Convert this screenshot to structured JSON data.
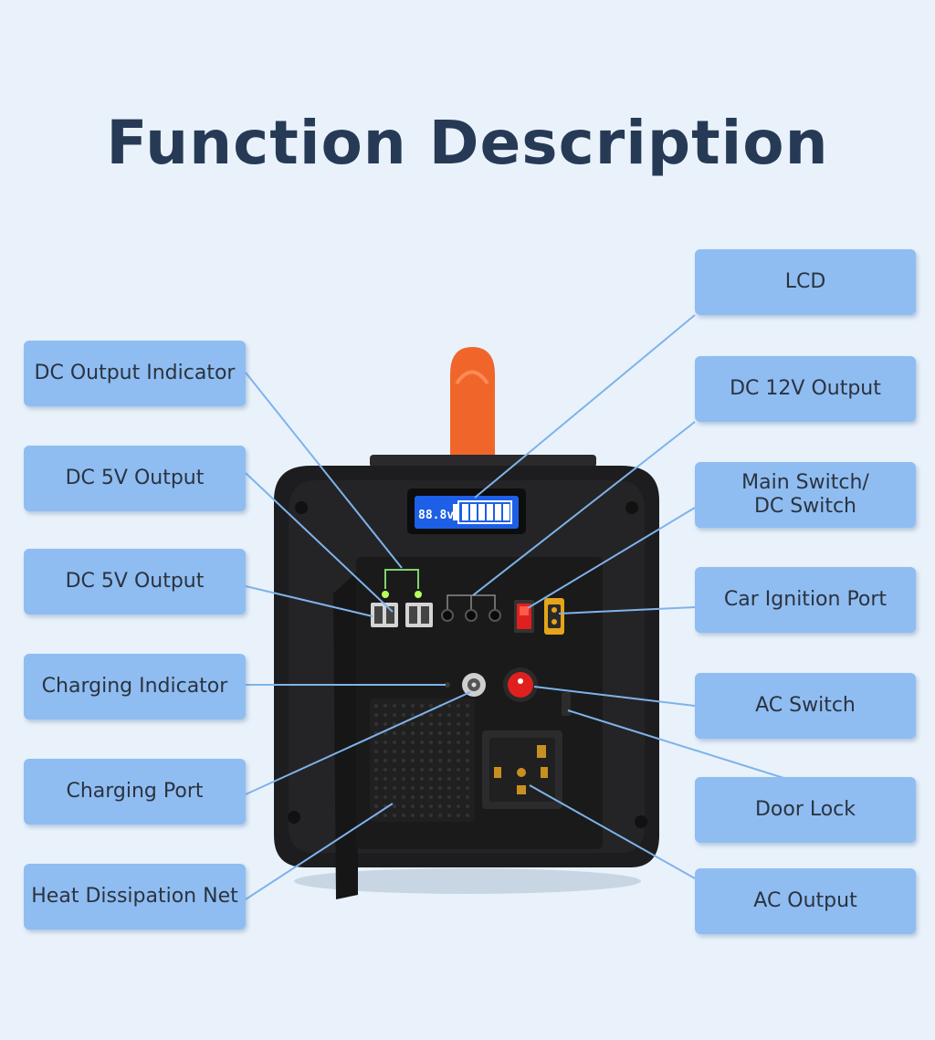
{
  "title": "Function Description",
  "lcd_reading": "88.8v",
  "labels": {
    "left": [
      "DC Output Indicator",
      "DC 5V Output",
      "DC 5V Output",
      "Charging Indicator",
      "Charging Port",
      "Heat Dissipation Net"
    ],
    "right": [
      "LCD",
      "DC 12V Output",
      "Main Switch/\nDC Switch",
      "Car Ignition Port",
      "AC Switch",
      "Door Lock",
      "AC Output"
    ]
  },
  "colors": {
    "background": "#e9f2fb",
    "label_fill": "#8fbdf1",
    "title_text": "#273a55",
    "leader_line": "#7fb3ea",
    "handle": "#f0662a",
    "device_body": "#1d1d1f"
  }
}
